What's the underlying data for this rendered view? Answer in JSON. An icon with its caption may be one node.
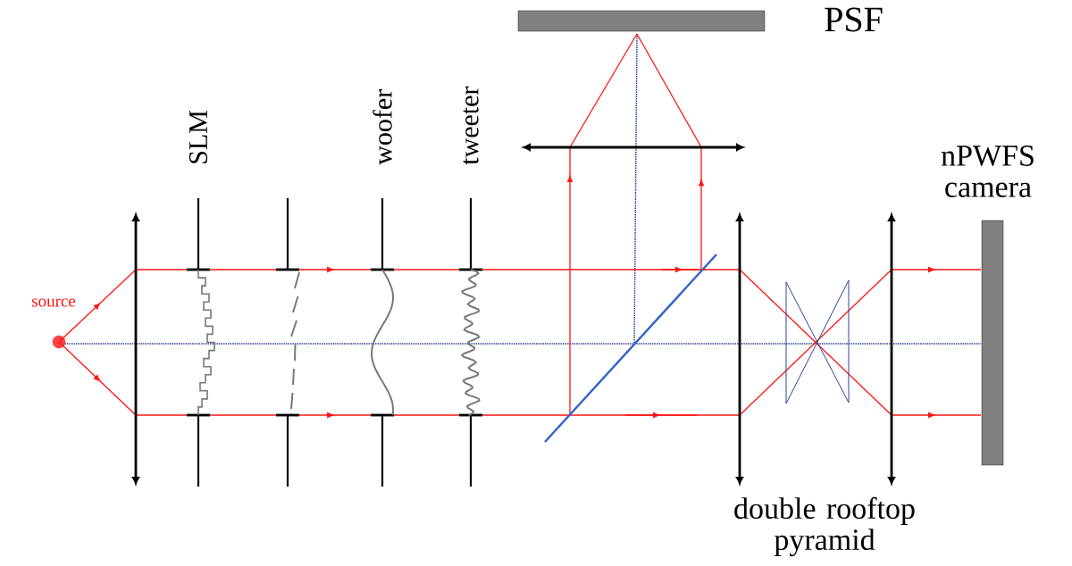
{
  "diagram": {
    "nodes": [
      {
        "text": [
          "PSF"
        ]
      },
      {
        "text": [
          "nPWFS camera"
        ]
      }
    ],
    "labels": [
      "SLM",
      "woofer",
      "tweeter",
      "source",
      "double rooftop pyramid"
    ]
  }
}
